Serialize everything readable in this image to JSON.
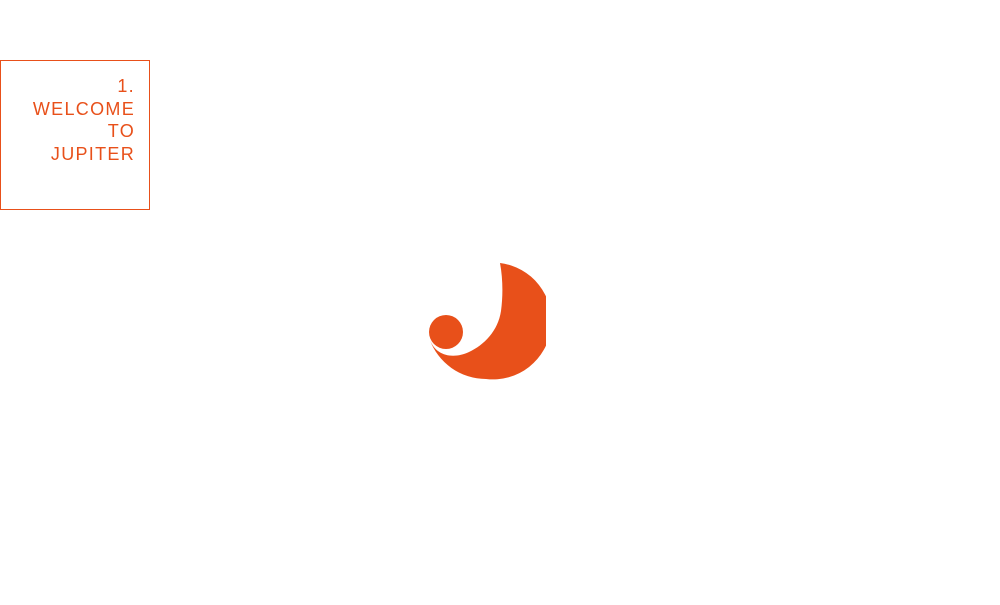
{
  "page": {
    "brand_color": "#e8501a",
    "background_color": "#ffffff"
  },
  "section_nav": {
    "number": "1.",
    "line1": "WELCOME",
    "line2": "TO",
    "line3": "JUPITER"
  },
  "logo": {
    "icon": "jupiter-j-logo-icon"
  }
}
